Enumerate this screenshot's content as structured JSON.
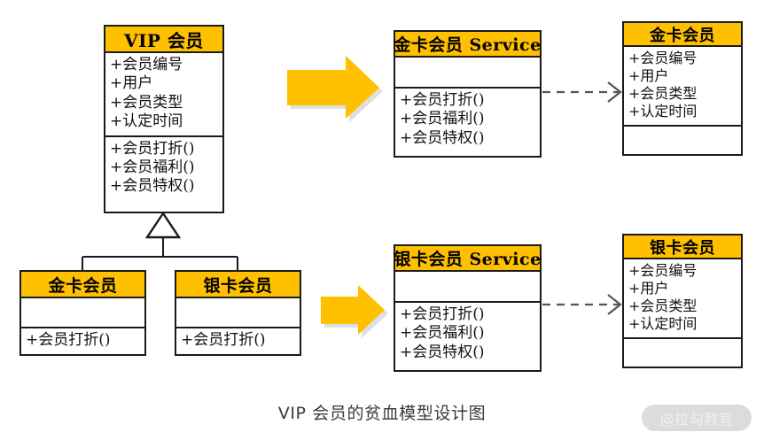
{
  "diagram": {
    "caption": "VIP 会员的贫血模型设计图",
    "watermark": "@拉勾教育",
    "colors": {
      "header_fill": "#FFC000",
      "border": "#1a1a1a",
      "arrow_fill": "#FFC000",
      "background": "#ffffff",
      "caption_text": "#3a3a3a",
      "dependency_line": "#555555"
    },
    "classes": {
      "vip_member": {
        "title": "VIP 会员",
        "attributes": [
          "+会员编号",
          "+用户",
          "+会员类型",
          "+认定时间"
        ],
        "methods": [
          "+会员打折()",
          "+会员福利()",
          "+会员特权()"
        ]
      },
      "gold_member_sub": {
        "title": "金卡会员",
        "attributes": [],
        "methods": [
          "+会员打折()"
        ]
      },
      "silver_member_sub": {
        "title": "银卡会员",
        "attributes": [],
        "methods": [
          "+会员打折()"
        ]
      },
      "gold_member_service": {
        "title": "金卡会员 Service",
        "attributes": [],
        "methods": [
          "+会员打折()",
          "+会员福利()",
          "+会员特权()"
        ]
      },
      "silver_member_service": {
        "title": "银卡会员 Service",
        "attributes": [],
        "methods": [
          "+会员打折()",
          "+会员福利()",
          "+会员特权()"
        ]
      },
      "gold_member_model": {
        "title": "金卡会员",
        "attributes": [
          "+会员编号",
          "+用户",
          "+会员类型",
          "+认定时间"
        ],
        "methods": []
      },
      "silver_member_model": {
        "title": "银卡会员",
        "attributes": [
          "+会员编号",
          "+用户",
          "+会员类型",
          "+认定时间"
        ],
        "methods": []
      }
    },
    "connectors": {
      "generalization": "inheritance-triangle",
      "top_block_arrow": "block-arrow-right",
      "bottom_block_arrow": "block-arrow-right",
      "top_dependency": "dashed-open-arrow-right",
      "bottom_dependency": "dashed-open-arrow-right"
    }
  }
}
